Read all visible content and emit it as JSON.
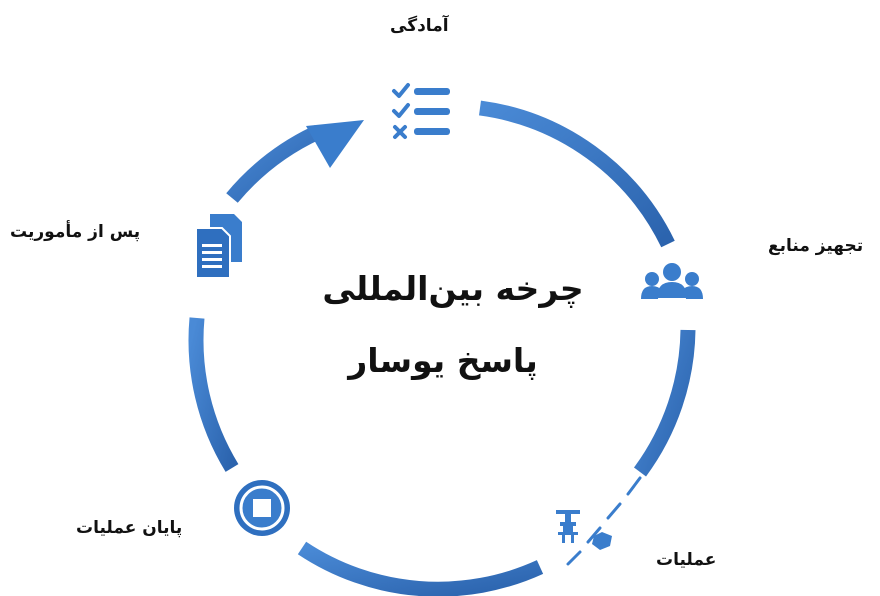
{
  "title_line1": "چرخه بین‌المللی",
  "title_line2": "پاسخ یوسار",
  "stages": [
    {
      "id": "preparedness",
      "label": "آمادگی",
      "icon": "checklist-icon"
    },
    {
      "id": "mobilization",
      "label": "تجهیز منابع",
      "icon": "people-group-icon"
    },
    {
      "id": "operations",
      "label": "عملیات",
      "icon": "rescue-tower-icon"
    },
    {
      "id": "demobilization",
      "label": "پایان عملیات",
      "icon": "stop-icon"
    },
    {
      "id": "post-mission",
      "label": "پس از مأموریت",
      "icon": "documents-icon"
    }
  ],
  "colors": {
    "ring": "#3a7dcc",
    "ring_dark": "#2c67b0",
    "text": "#111111",
    "bg": "#ffffff"
  }
}
